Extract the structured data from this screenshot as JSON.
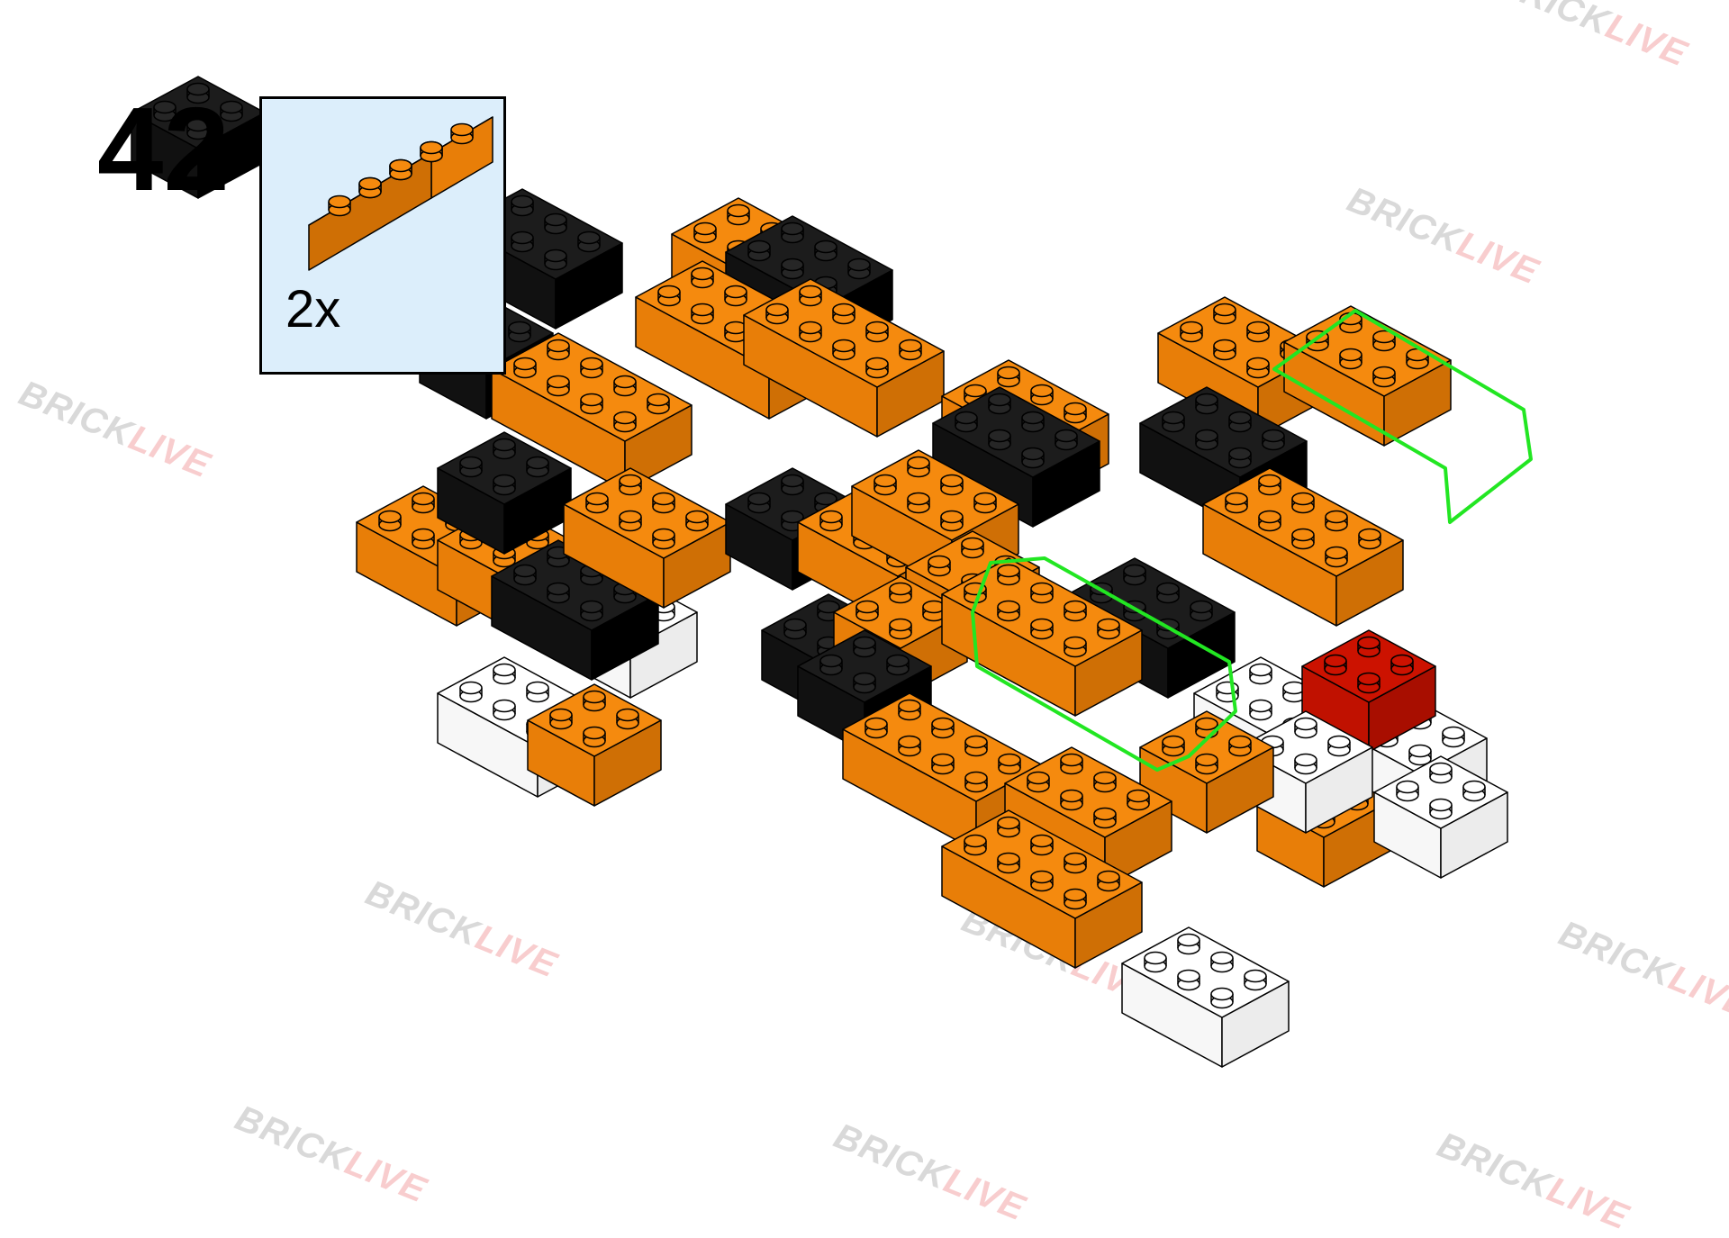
{
  "instruction": {
    "step_number": "42",
    "parts_callout": {
      "quantity": "2x",
      "part_icon": "orange-brick-2x4-icon"
    }
  },
  "watermark": {
    "brand_part1": "BRICK",
    "brand_part2": "LIVE"
  },
  "colors": {
    "orange": "#f58a0e",
    "black": "#111111",
    "white": "#ffffff",
    "red": "#cc1200",
    "highlight": "#22e622",
    "callout_bg": "#dceefb"
  }
}
